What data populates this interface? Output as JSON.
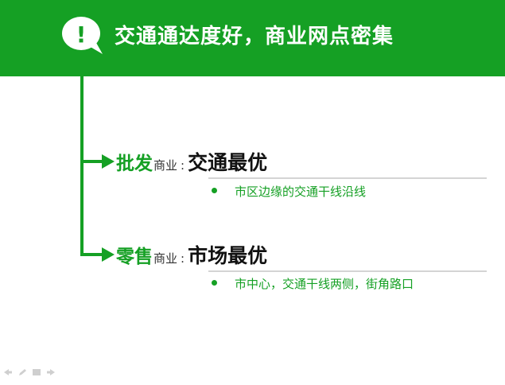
{
  "header": {
    "title": "交通通达度好，商业网点密集",
    "icon_glyph": "!",
    "bg_color": "#15a024",
    "icon_name": "exclamation-speech-bubble-icon"
  },
  "branches": [
    {
      "keyword": "批发",
      "suffix": "商业",
      "colon": ":",
      "main": "交通最优",
      "bullet": "市区边缘的交通干线沿线"
    },
    {
      "keyword": "零售",
      "suffix": "商业",
      "colon": ":",
      "main": "市场最优",
      "bullet": "市中心，交通干线两侧，街角路口"
    }
  ],
  "colors": {
    "accent": "#15a024",
    "text_dark": "#111111",
    "divider": "#d4d4d4"
  },
  "nav_icons": [
    "arrow-left-icon",
    "pen-icon",
    "slide-menu-icon",
    "arrow-right-icon"
  ]
}
